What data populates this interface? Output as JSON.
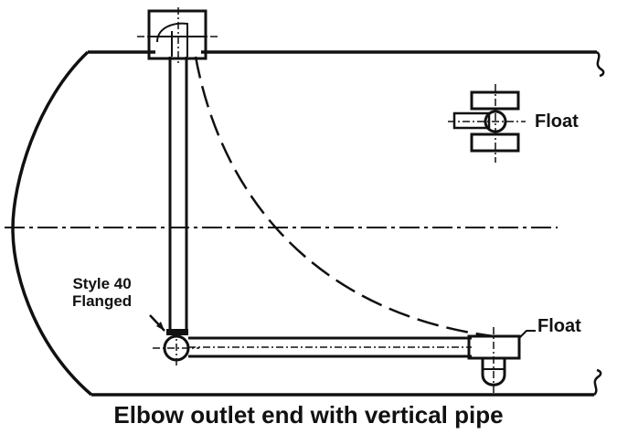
{
  "labels": {
    "float_upper": "Float",
    "float_lower": "Float",
    "style_line1": "Style 40",
    "style_line2": "Flanged",
    "caption": "Elbow outlet end with vertical pipe"
  },
  "colors": {
    "ink": "#111111",
    "background": "#ffffff"
  }
}
